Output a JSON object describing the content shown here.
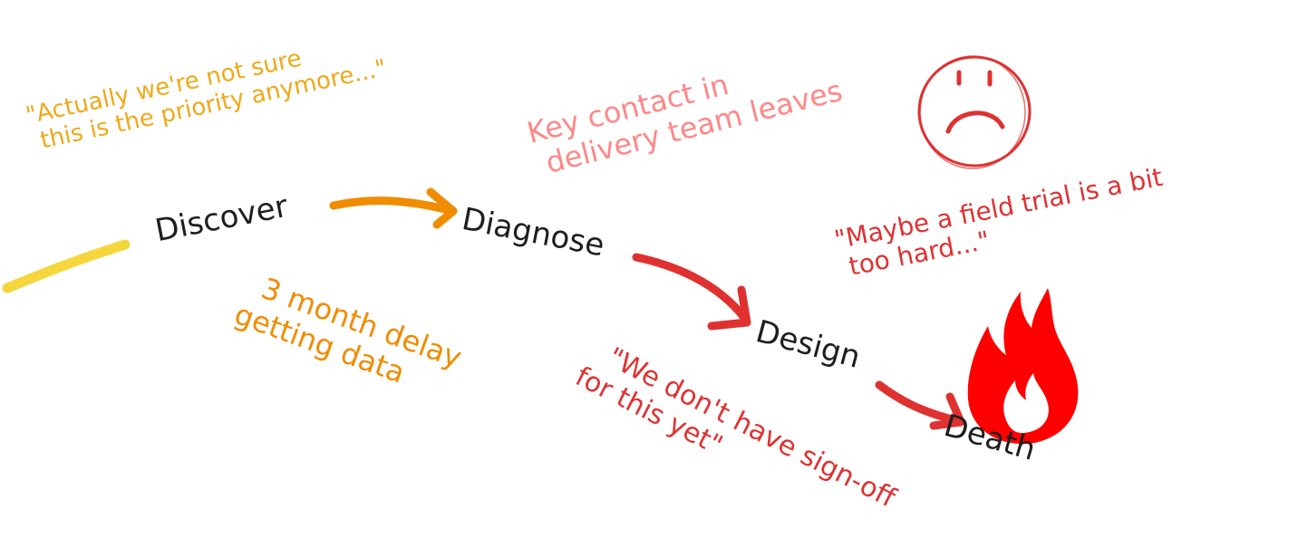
{
  "stages": {
    "discover": "Discover",
    "diagnose": "Diagnose",
    "design": "Design",
    "death": "Death"
  },
  "notes": {
    "priority": [
      "\"Actually we're not sure",
      "this is the priority anymore...\""
    ],
    "key_contact": [
      "Key contact in",
      "delivery team leaves"
    ],
    "field_trial": [
      "\"Maybe a field trial is a bit",
      "too hard...\""
    ],
    "delay": [
      "3 month delay",
      "getting data"
    ],
    "sign_off": [
      "\"We don't have sign-off",
      "for this yet\""
    ]
  },
  "colors": {
    "yellow": "#f5d63c",
    "orange": "#f08c00",
    "amber": "#f0a818",
    "pink": "#ff8787",
    "red": "#e03131",
    "fire": "#ff0000",
    "ink": "#1e1e1e"
  },
  "icons": {
    "sad_face": "sad-face-icon",
    "fire": "fire-icon"
  }
}
